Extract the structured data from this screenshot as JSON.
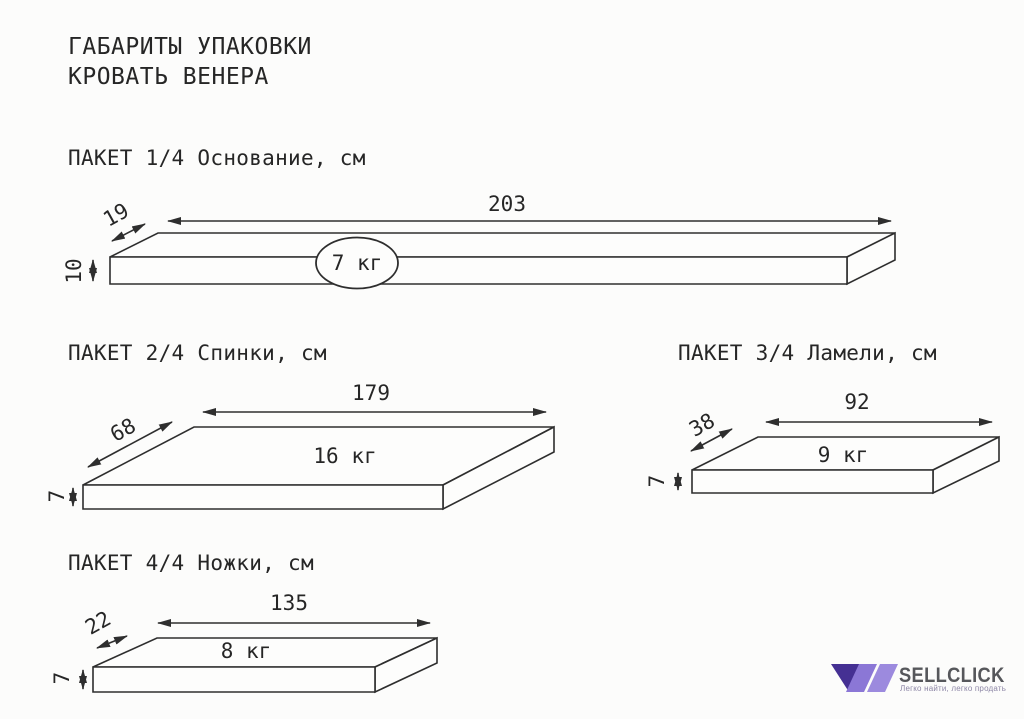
{
  "title": {
    "line1": "ГАБАРИТЫ УПАКОВКИ",
    "line2": "КРОВАТЬ ВЕНЕРА"
  },
  "units": "см",
  "packages": [
    {
      "heading": "ПАКЕТ 1/4 Основание, см",
      "length_cm": "203",
      "depth_cm": "19",
      "height_cm": "10",
      "weight": "7 кг"
    },
    {
      "heading": "ПАКЕТ 2/4 Спинки, см",
      "length_cm": "179",
      "depth_cm": "68",
      "height_cm": "7",
      "weight": "16 кг"
    },
    {
      "heading": "ПАКЕТ 3/4 Ламели, см",
      "length_cm": "92",
      "depth_cm": "38",
      "height_cm": "7",
      "weight": "9 кг"
    },
    {
      "heading": "ПАКЕТ 4/4 Ножки, см",
      "length_cm": "135",
      "depth_cm": "22",
      "height_cm": "7",
      "weight": "8 кг"
    }
  ],
  "logo": {
    "brand": "SELLCLICK",
    "tagline": "Легко найти, легко продать",
    "colors": {
      "mark_dark": "#453093",
      "mark_mid": "#8b77d6",
      "mark_light": "#9c8ade",
      "brand_text": "#56575b",
      "tagline_text": "#8d86a6"
    }
  },
  "drawing": {
    "line_color": "#2e2e2e",
    "background": "#fcfcfb"
  }
}
